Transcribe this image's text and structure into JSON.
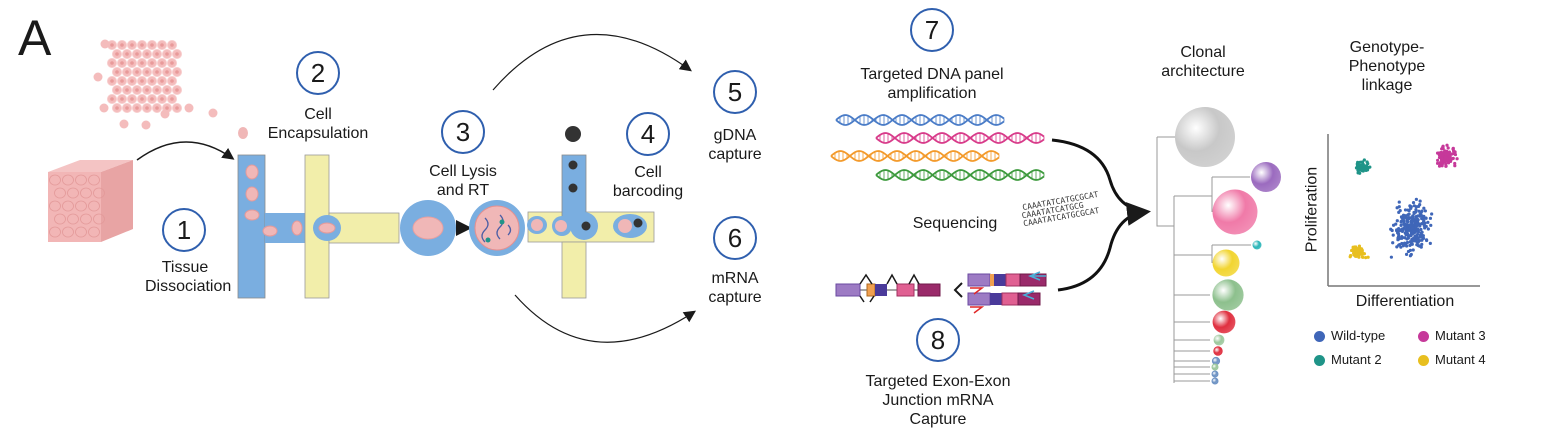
{
  "panel_label": "A",
  "colors": {
    "step_circle": "#2f5fae",
    "channel_blue": "#7aaee0",
    "channel_yellow": "#f2eeaa",
    "cell_pink": "#f0b7b7",
    "dna_blue": "#4a7cc7",
    "dna_pink": "#d83b8a",
    "dna_orange": "#f39a2b",
    "dna_green": "#3d9a3d"
  },
  "steps": [
    {
      "number": "1",
      "label_lines": [
        "Tissue",
        "Dissociation"
      ]
    },
    {
      "number": "2",
      "label_lines": [
        "Cell",
        "Encapsulation"
      ]
    },
    {
      "number": "3",
      "label_lines": [
        "Cell Lysis",
        "and RT"
      ]
    },
    {
      "number": "4",
      "label_lines": [
        "Cell",
        "barcoding"
      ]
    },
    {
      "number": "5",
      "label_lines": [
        "gDNA",
        "capture"
      ]
    },
    {
      "number": "6",
      "label_lines": [
        "mRNA",
        "capture"
      ]
    },
    {
      "number": "7",
      "label_lines": [
        "Targeted DNA panel",
        "amplification"
      ]
    },
    {
      "number": "8",
      "label_lines": [
        "Targeted Exon-Exon",
        "Junction mRNA",
        "Capture"
      ]
    }
  ],
  "sequencing": {
    "label": "Sequencing",
    "reads": [
      "CAAATATCATGCGCAT",
      "CAAATATCATGCG",
      "CAAATATCATGCGCAT"
    ]
  },
  "clonal": {
    "title_lines": [
      "Clonal",
      "architecture"
    ],
    "clones": [
      {
        "color": "#c8c8c8",
        "rel_size": 1.0
      },
      {
        "color": "#9b6bbf",
        "rel_size": 0.5
      },
      {
        "color": "#f07aa8",
        "rel_size": 0.75
      },
      {
        "color": "#2ab5b8",
        "rel_size": 0.15
      },
      {
        "color": "#f2d531",
        "rel_size": 0.45
      },
      {
        "color": "#8dc08d",
        "rel_size": 0.52
      },
      {
        "color": "#e03040",
        "rel_size": 0.38
      },
      {
        "color": "#9dc89d",
        "rel_size": 0.18
      },
      {
        "color": "#e03040",
        "rel_size": 0.14
      },
      {
        "color": "#6e93c4",
        "rel_size": 0.12
      },
      {
        "color": "#9dc89d",
        "rel_size": 0.08
      },
      {
        "color": "#6e93c4",
        "rel_size": 0.08
      },
      {
        "color": "#6e93c4",
        "rel_size": 0.08
      }
    ]
  },
  "genotype_phenotype": {
    "title_lines": [
      "Genotype-",
      "Phenotype",
      "linkage"
    ],
    "xlabel": "Differentiation",
    "ylabel": "Proliferation",
    "legend": [
      {
        "label": "Wild-type",
        "color": "#3f66b8"
      },
      {
        "label": "Mutant 3",
        "color": "#c6399a"
      },
      {
        "label": "Mutant 2",
        "color": "#1f9488"
      },
      {
        "label": "Mutant 4",
        "color": "#e8bf1f"
      }
    ]
  },
  "chart_data": {
    "type": "scatter",
    "title": "Genotype-Phenotype linkage",
    "xlabel": "Differentiation",
    "ylabel": "Proliferation",
    "grid": false,
    "axis_ticks": false,
    "legend_position": "bottom",
    "series": [
      {
        "name": "Wild-type",
        "color": "#3f66b8",
        "center": [
          0.55,
          0.38
        ],
        "spread": [
          0.16,
          0.22
        ],
        "n": 260
      },
      {
        "name": "Mutant 2",
        "color": "#1f9488",
        "center": [
          0.22,
          0.78
        ],
        "spread": [
          0.07,
          0.06
        ],
        "n": 60
      },
      {
        "name": "Mutant 3",
        "color": "#c6399a",
        "center": [
          0.78,
          0.85
        ],
        "spread": [
          0.09,
          0.09
        ],
        "n": 90
      },
      {
        "name": "Mutant 4",
        "color": "#e8bf1f",
        "center": [
          0.2,
          0.22
        ],
        "spread": [
          0.07,
          0.07
        ],
        "n": 60
      }
    ]
  }
}
